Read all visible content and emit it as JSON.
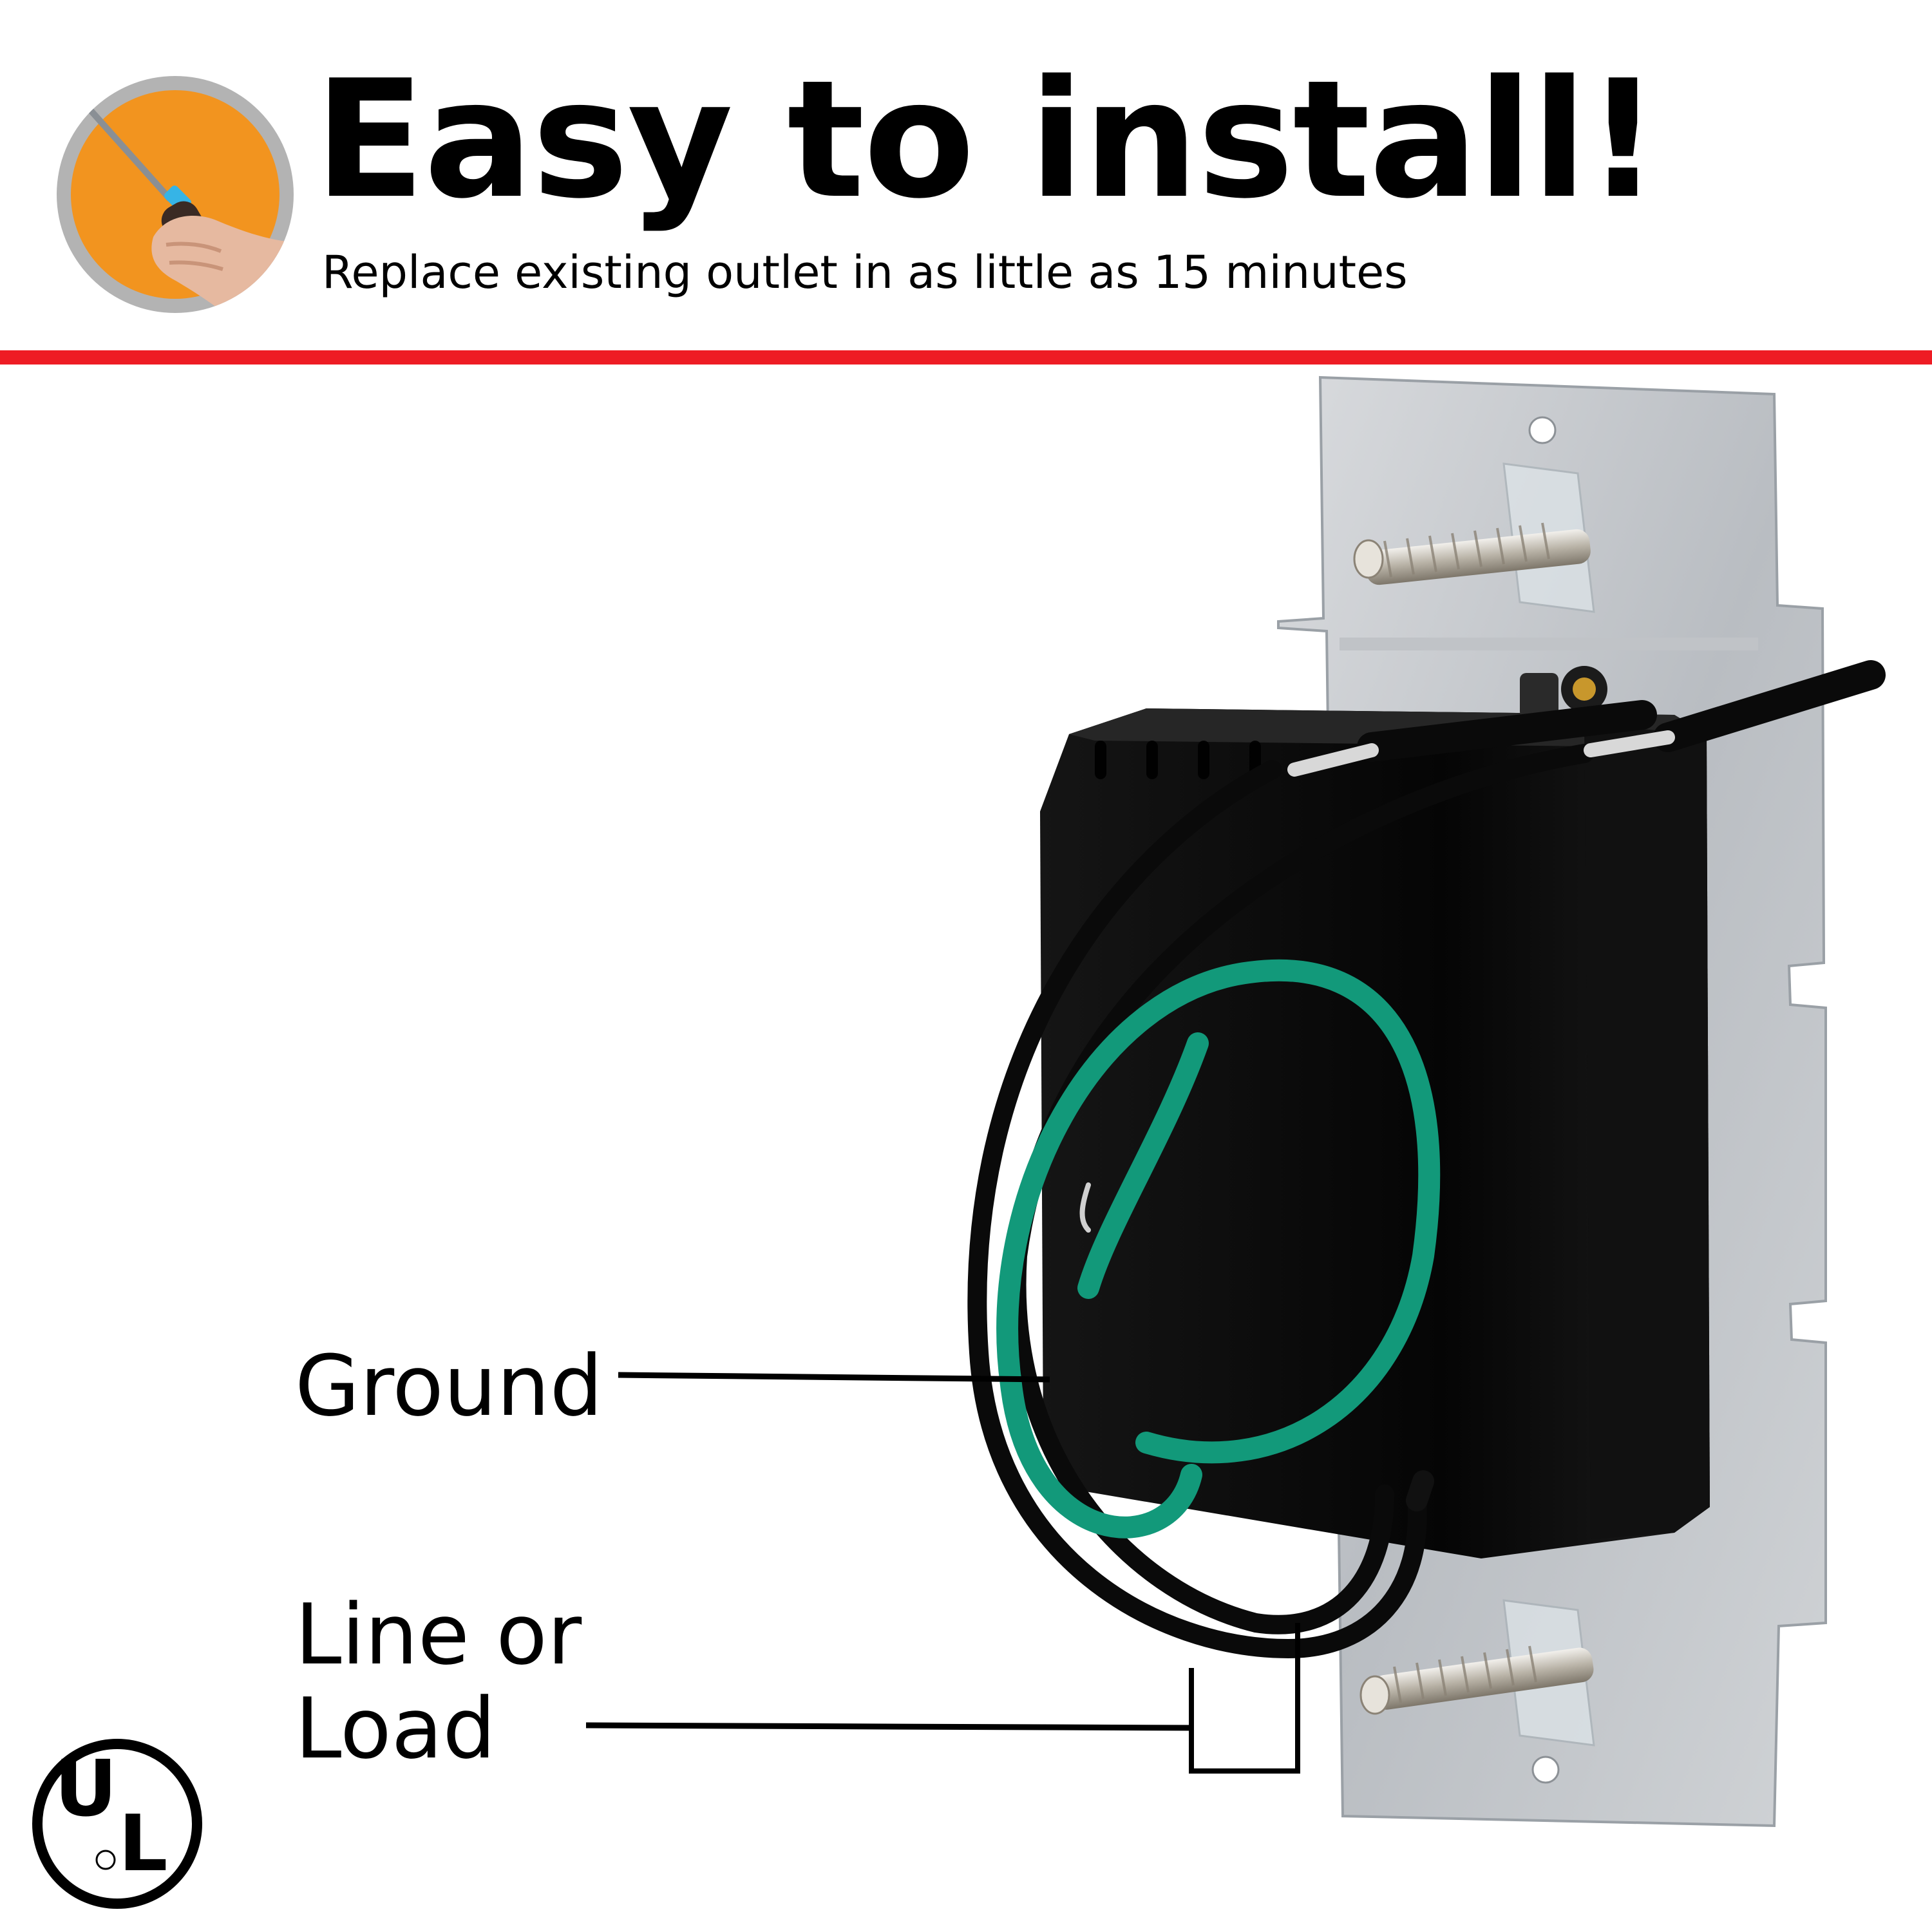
{
  "header": {
    "title": "Easy to install!",
    "subtitle": "Replace existing outlet in as little as 15 minutes"
  },
  "callouts": {
    "ground": "Ground",
    "line_load_1": "Line or",
    "line_load_2": "Load"
  },
  "certification": {
    "logo": "UL"
  },
  "colors": {
    "accent_red": "#ee1c24",
    "badge_orange": "#f2941f",
    "ground_wire_green": "#12997a",
    "housing_black": "#0b0b0b",
    "strap_silver": "#c9ccd0"
  },
  "icons": {
    "badge": "hand-screwdriver-icon",
    "certification": "ul-listed-icon"
  }
}
